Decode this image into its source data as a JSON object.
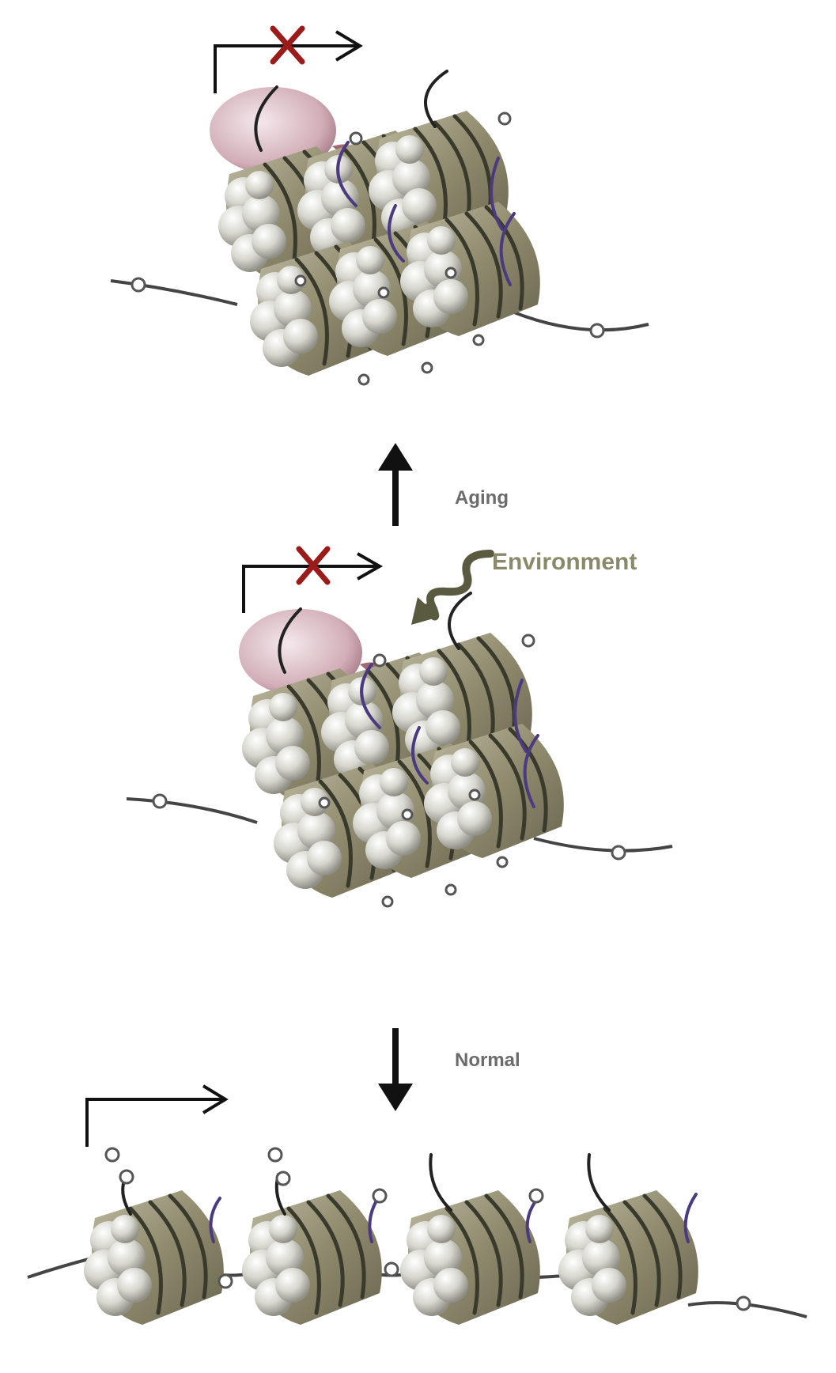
{
  "labels": {
    "aging": "Aging",
    "environment": "Environment",
    "normal": "Normal"
  },
  "colors": {
    "nucleosome_body": "#8c8769",
    "nucleosome_face": "#dcdcd3",
    "tail_purple": "#4b3a80",
    "tail_black": "#222222",
    "repressor": "#d9bcc4",
    "blocked_x": "#9b1b1b",
    "arrow": "#111111"
  },
  "icons": {
    "tss_arrow": "transcription-start-arrow",
    "blocked": "blocked-x-icon"
  }
}
